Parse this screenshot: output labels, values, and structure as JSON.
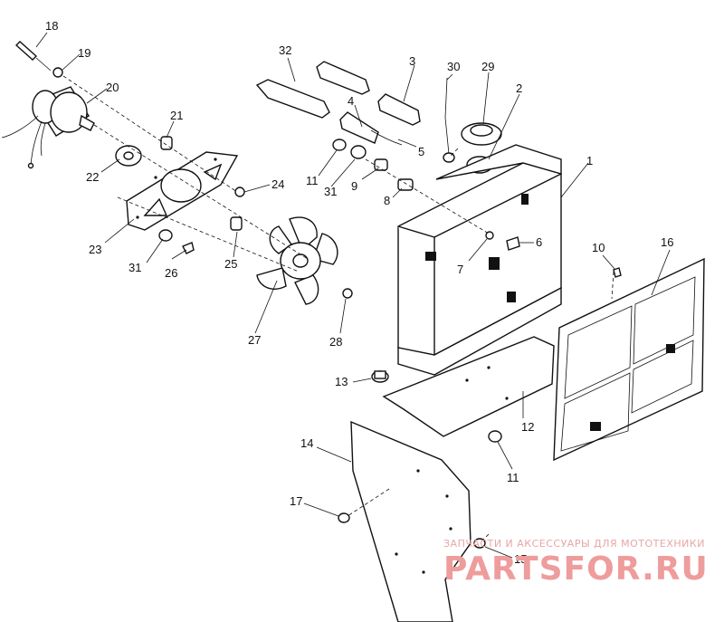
{
  "callouts": [
    {
      "id": "c18",
      "text": "18"
    },
    {
      "id": "c19",
      "text": "19"
    },
    {
      "id": "c20",
      "text": "20"
    },
    {
      "id": "c21",
      "text": "21"
    },
    {
      "id": "c22",
      "text": "22"
    },
    {
      "id": "c23",
      "text": "23"
    },
    {
      "id": "c24",
      "text": "24"
    },
    {
      "id": "c25",
      "text": "25"
    },
    {
      "id": "c26",
      "text": "26"
    },
    {
      "id": "c27",
      "text": "27"
    },
    {
      "id": "c28",
      "text": "28"
    },
    {
      "id": "c31a",
      "text": "31"
    },
    {
      "id": "c31b",
      "text": "31"
    },
    {
      "id": "c32",
      "text": "32"
    },
    {
      "id": "c3",
      "text": "3"
    },
    {
      "id": "c30",
      "text": "30"
    },
    {
      "id": "c29",
      "text": "29"
    },
    {
      "id": "c2",
      "text": "2"
    },
    {
      "id": "c1",
      "text": "1"
    },
    {
      "id": "c4",
      "text": "4"
    },
    {
      "id": "c5",
      "text": "5"
    },
    {
      "id": "c11a",
      "text": "11"
    },
    {
      "id": "c9",
      "text": "9"
    },
    {
      "id": "c8",
      "text": "8"
    },
    {
      "id": "c7",
      "text": "7"
    },
    {
      "id": "c6",
      "text": "6"
    },
    {
      "id": "c10",
      "text": "10"
    },
    {
      "id": "c16",
      "text": "16"
    },
    {
      "id": "c13",
      "text": "13"
    },
    {
      "id": "c12",
      "text": "12"
    },
    {
      "id": "c11b",
      "text": "11"
    },
    {
      "id": "c14",
      "text": "14"
    },
    {
      "id": "c17",
      "text": "17"
    },
    {
      "id": "c15",
      "text": "15"
    }
  ],
  "watermark": {
    "tagline": "ЗАПЧАСТИ И АКСЕССУАРЫ ДЛЯ МОТОТЕХНИКИ",
    "brand": "PARTSFOR.RU"
  }
}
